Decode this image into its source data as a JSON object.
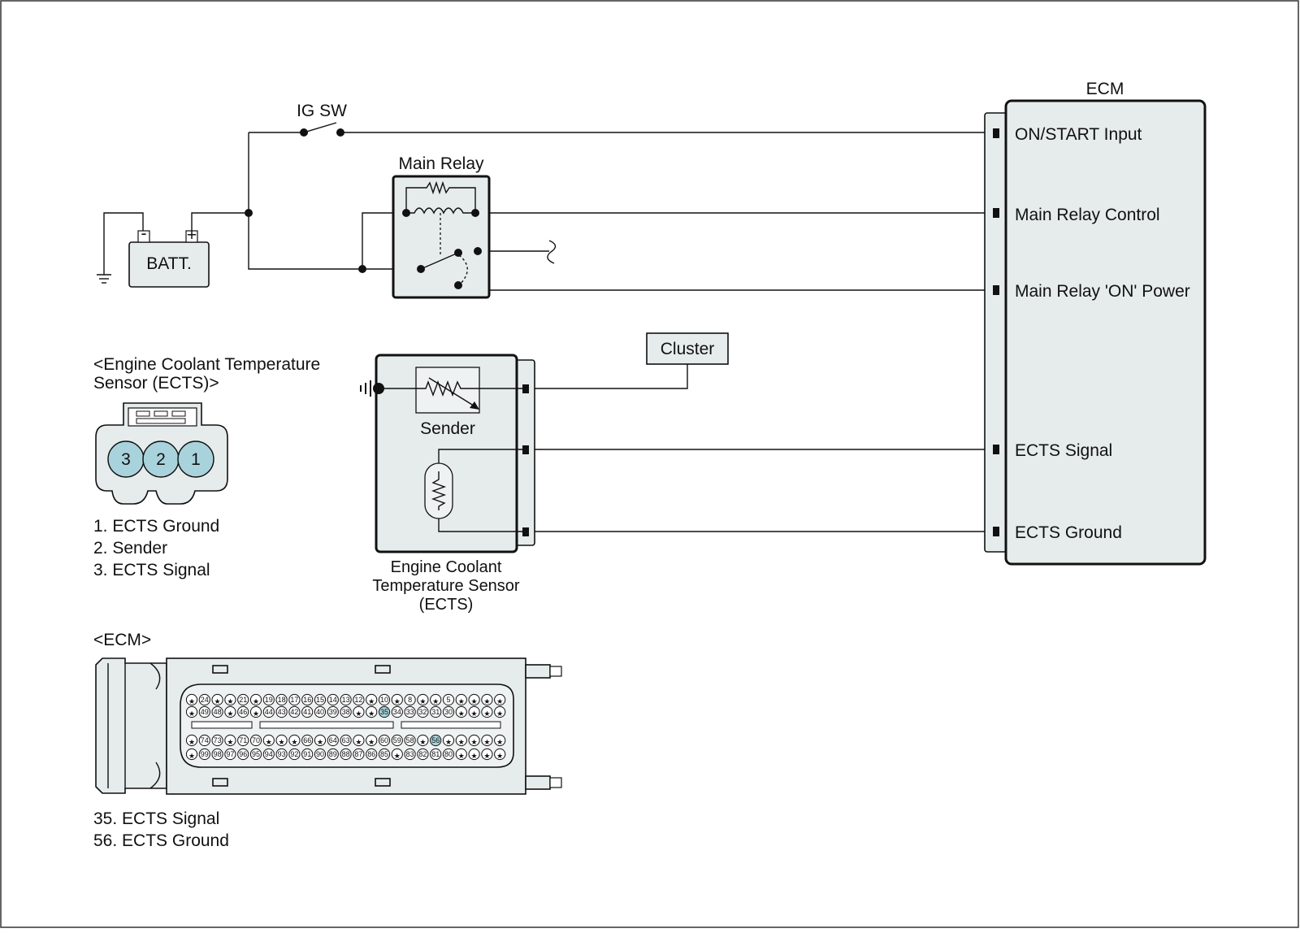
{
  "colors": {
    "component_fill": "#e6ecec",
    "connector_pin_fill": "#a9d3dc",
    "highlight_pin_fill": "#a9d3dc",
    "line": "#111111"
  },
  "battery": {
    "label": "BATT.",
    "minus": "-",
    "plus": "+"
  },
  "ig_switch": {
    "label": "IG SW"
  },
  "main_relay": {
    "label": "Main Relay"
  },
  "cluster": {
    "label": "Cluster"
  },
  "ects_component": {
    "sender_label": "Sender",
    "caption_line1": "Engine Coolant",
    "caption_line2": "Temperature Sensor",
    "caption_line3": "(ECTS)"
  },
  "ecm": {
    "label": "ECM",
    "pins": [
      "ON/START Input",
      "Main Relay Control",
      "Main Relay 'ON' Power",
      "ECTS Signal",
      "ECTS Ground"
    ]
  },
  "ects_connector": {
    "title_line1": "<Engine Coolant Temperature",
    "title_line2": "Sensor (ECTS)>",
    "pin_numbers": [
      "3",
      "2",
      "1"
    ],
    "legend": [
      "1. ECTS Ground",
      "2. Sender",
      "3. ECTS Signal"
    ]
  },
  "ecm_connector": {
    "title": "<ECM>",
    "rows": [
      [
        "*",
        "24",
        "*",
        "*",
        "21",
        "*",
        "19",
        "18",
        "17",
        "16",
        "15",
        "14",
        "13",
        "12",
        "*",
        "10",
        "*",
        "8",
        "*",
        "*",
        "5",
        "*",
        "*",
        "*",
        "*"
      ],
      [
        "*",
        "49",
        "48",
        "*",
        "46",
        "*",
        "44",
        "43",
        "42",
        "41",
        "40",
        "39",
        "38",
        "*",
        "*",
        "35",
        "34",
        "33",
        "32",
        "31",
        "30",
        "*",
        "*",
        "*",
        "*"
      ],
      [
        "*",
        "74",
        "73",
        "*",
        "71",
        "70",
        "*",
        "*",
        "*",
        "66",
        "*",
        "64",
        "63",
        "*",
        "*",
        "60",
        "59",
        "58",
        "*",
        "56",
        "*",
        "*",
        "*",
        "*",
        "*"
      ],
      [
        "*",
        "99",
        "98",
        "97",
        "96",
        "95",
        "94",
        "93",
        "92",
        "91",
        "90",
        "89",
        "88",
        "87",
        "86",
        "85",
        "*",
        "83",
        "82",
        "81",
        "80",
        "*",
        "*",
        "*",
        "*"
      ]
    ],
    "highlighted_pins": [
      "35",
      "56"
    ],
    "legend": [
      "35. ECTS Signal",
      "56. ECTS Ground"
    ]
  }
}
